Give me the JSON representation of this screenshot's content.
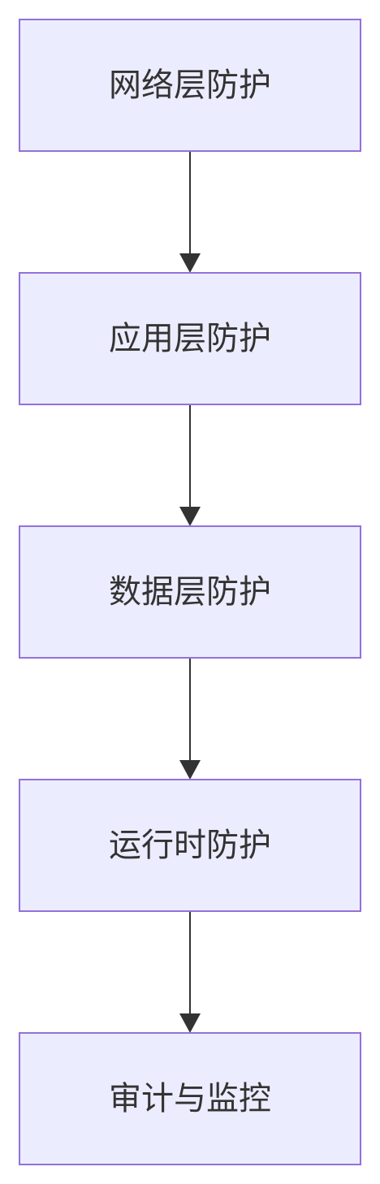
{
  "flowchart": {
    "nodes": [
      {
        "id": "network",
        "label": "网络层防护"
      },
      {
        "id": "application",
        "label": "应用层防护"
      },
      {
        "id": "data",
        "label": "数据层防护"
      },
      {
        "id": "runtime",
        "label": "运行时防护"
      },
      {
        "id": "audit",
        "label": "审计与监控"
      }
    ],
    "edges": [
      {
        "from": "network",
        "to": "application"
      },
      {
        "from": "application",
        "to": "data"
      },
      {
        "from": "data",
        "to": "runtime"
      },
      {
        "from": "runtime",
        "to": "audit"
      }
    ],
    "colors": {
      "node_fill": "#ECECFF",
      "node_stroke": "#9370DB",
      "edge": "#333333",
      "text": "#333333"
    }
  }
}
